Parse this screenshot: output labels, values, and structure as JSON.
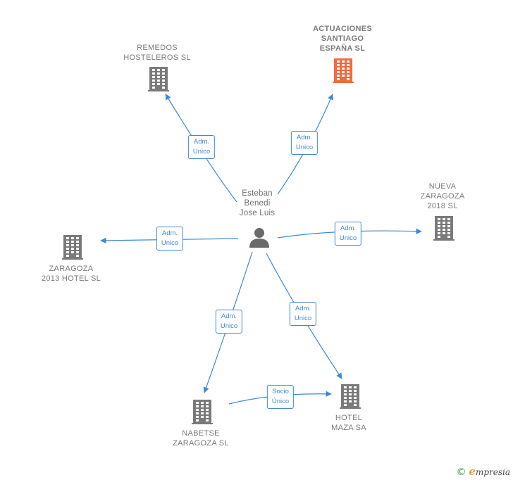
{
  "person": {
    "name_lines": [
      "Esteban",
      "Benedi",
      "Jose Luis"
    ],
    "icon": "person-icon"
  },
  "companies": [
    {
      "id": "actuaciones",
      "lines": [
        "ACTUACIONES",
        "SANTIAGO",
        "ESPAÑA  SL"
      ],
      "highlight": true,
      "icon": "building-icon"
    },
    {
      "id": "remedos",
      "lines": [
        "REMEDOS",
        "HOSTELEROS SL"
      ],
      "highlight": false,
      "icon": "building-icon"
    },
    {
      "id": "nueva",
      "lines": [
        "NUEVA",
        "ZARAGOZA",
        "2018  SL"
      ],
      "highlight": false,
      "icon": "building-icon"
    },
    {
      "id": "zaragoza2013",
      "lines": [
        "ZARAGOZA",
        "2013 HOTEL SL"
      ],
      "highlight": false,
      "icon": "building-icon"
    },
    {
      "id": "nabetse",
      "lines": [
        "NABETSE",
        "ZARAGOZA SL"
      ],
      "highlight": false,
      "icon": "building-icon"
    },
    {
      "id": "maza",
      "lines": [
        "HOTEL",
        "MAZA SA"
      ],
      "highlight": false,
      "icon": "building-icon"
    }
  ],
  "relations": [
    {
      "from": "person",
      "to": "remedos",
      "lines": [
        "Adm.",
        "Unico"
      ]
    },
    {
      "from": "person",
      "to": "actuaciones",
      "lines": [
        "Adm.",
        "Unico"
      ]
    },
    {
      "from": "person",
      "to": "zaragoza2013",
      "lines": [
        "Adm.",
        "Unico"
      ]
    },
    {
      "from": "person",
      "to": "nueva",
      "lines": [
        "Adm.",
        "Unico"
      ]
    },
    {
      "from": "person",
      "to": "nabetse",
      "lines": [
        "Adm.",
        "Unico"
      ]
    },
    {
      "from": "person",
      "to": "maza",
      "lines": [
        "Adm.",
        "Unico"
      ]
    },
    {
      "from": "nabetse",
      "to": "maza",
      "lines": [
        "Socio",
        "Único"
      ]
    }
  ],
  "colors": {
    "edge": "#3f88d4",
    "building": "#7a7a7a",
    "building_highlight": "#f26a3d",
    "person": "#6a6a6a"
  },
  "brand": {
    "copyright": "©",
    "initial": "e",
    "rest": "mpresia"
  }
}
